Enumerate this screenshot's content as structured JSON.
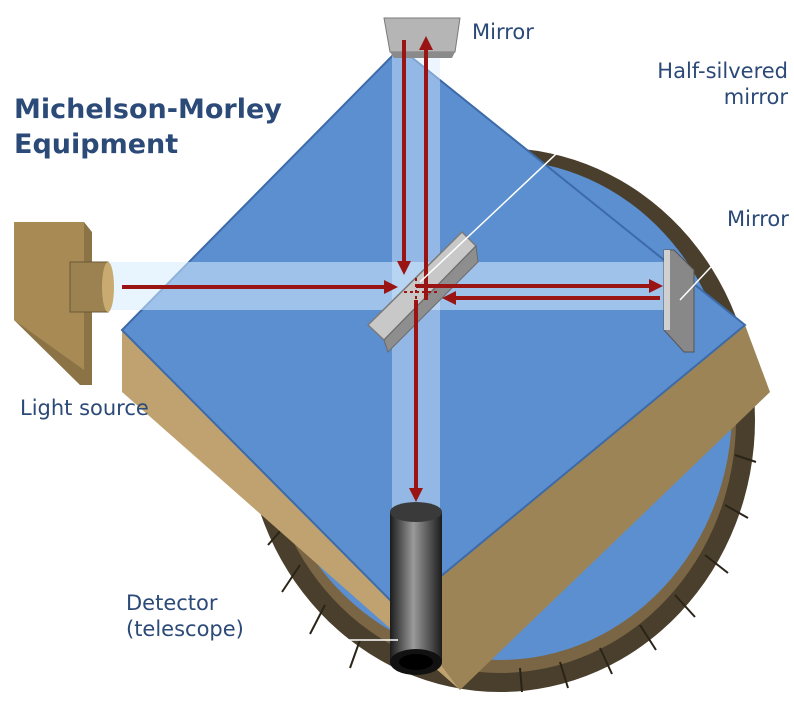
{
  "title": {
    "line1": "Michelson-Morley",
    "line2": "Equipment"
  },
  "labels": {
    "mirror_top": "Mirror",
    "half_silvered_line1": "Half-silvered",
    "half_silvered_line2": "mirror",
    "mirror_right": "Mirror",
    "light_source": "Light source",
    "detector_line1": "Detector",
    "detector_line2": "(telescope)"
  },
  "colors": {
    "platform_blue": "#5b8fd0",
    "wood": "#b89a62",
    "wood_dark": "#6e5a38",
    "beam": "#9a1414",
    "text": "#2b4a78"
  }
}
